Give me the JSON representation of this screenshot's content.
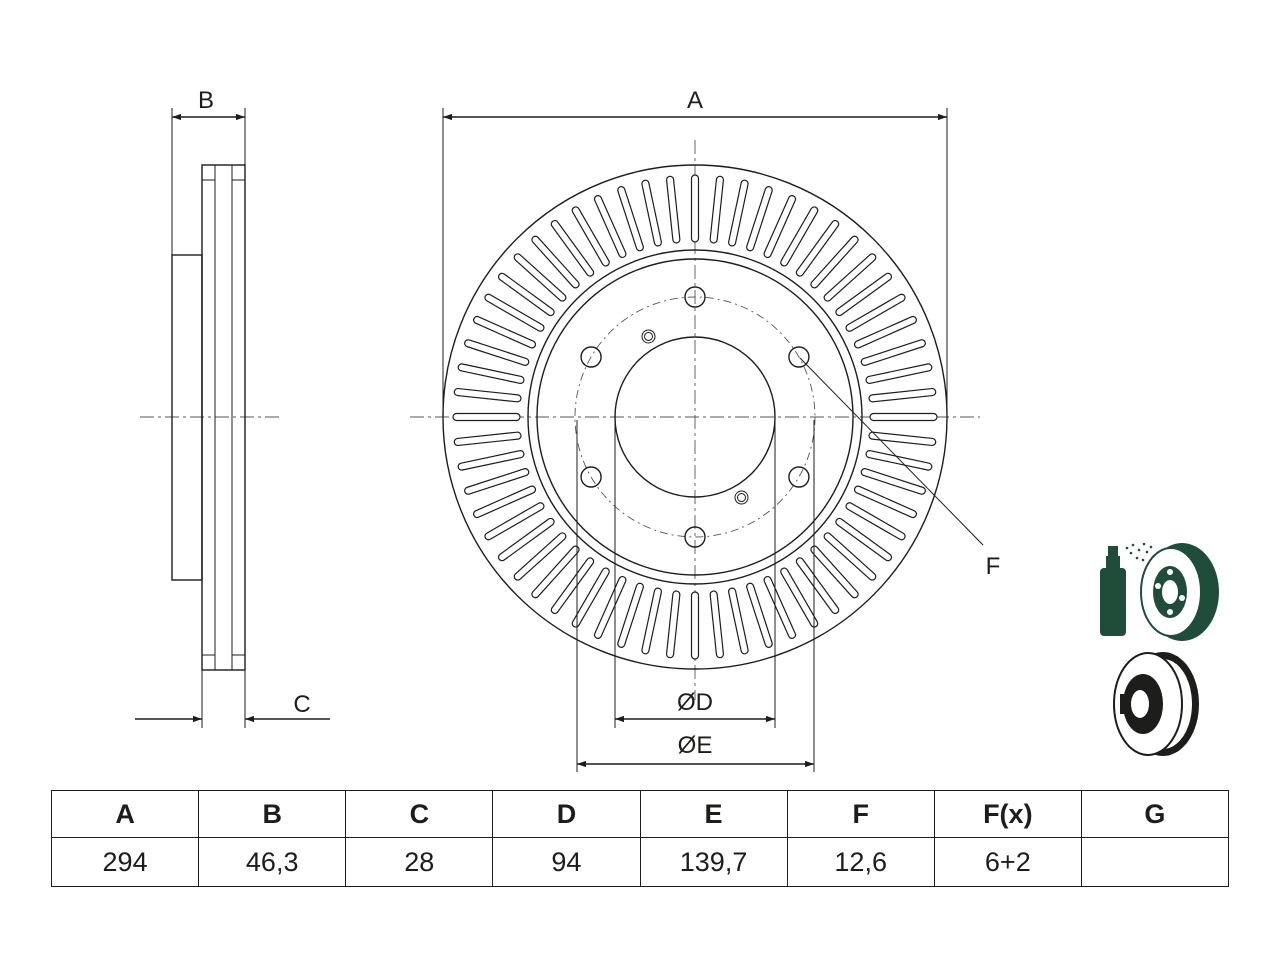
{
  "labels": {
    "a": "A",
    "b": "B",
    "c": "C",
    "d": "ØD",
    "e": "ØE",
    "f": "F"
  },
  "table": {
    "headers": [
      "A",
      "B",
      "C",
      "D",
      "E",
      "F",
      "F(x)",
      "G"
    ],
    "values": [
      "294",
      "46,3",
      "28",
      "94",
      "139,7",
      "12,6",
      "6+2",
      ""
    ]
  },
  "disc": {
    "vent_count": 60,
    "bolt_holes": 6,
    "extra_holes": 2
  },
  "colors": {
    "line": "#1d1d1b",
    "icon_green": "#1f4d3a"
  },
  "icons": [
    "spray-paint-disc-icon",
    "vented-disc-icon"
  ]
}
